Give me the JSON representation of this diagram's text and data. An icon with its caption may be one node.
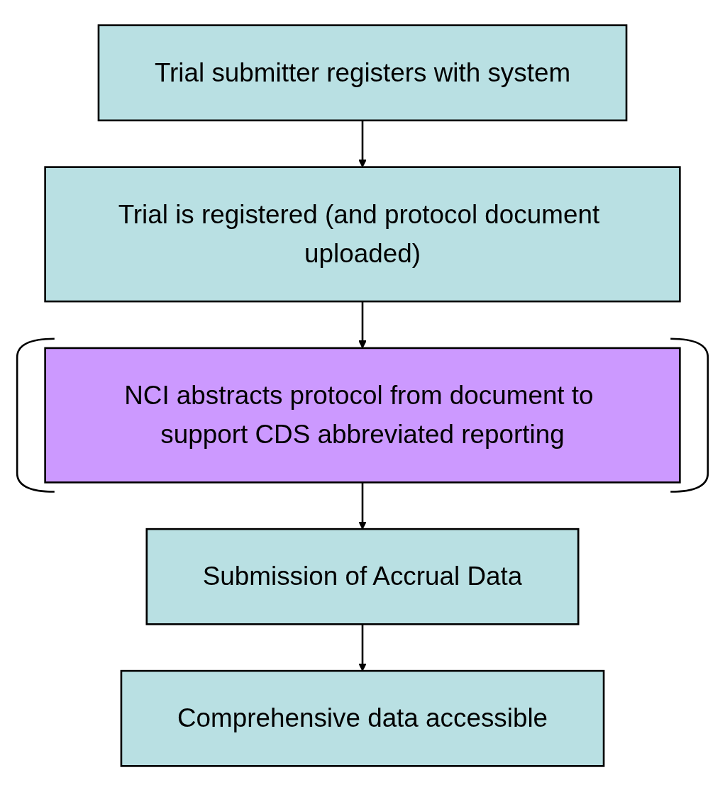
{
  "diagram": {
    "nodes": [
      {
        "text": [
          "Trial submitter registers with system"
        ]
      },
      {
        "text": [
          "Trial is registered (and protocol document uploaded)"
        ]
      },
      {
        "text": [
          "NCI abstracts protocol from document to support CDS abbreviated reporting"
        ]
      },
      {
        "text": [
          "Submission of Accrual Data"
        ]
      },
      {
        "text": [
          "Comprehensive data accessible"
        ]
      }
    ],
    "edges": [
      {
        "from": 0,
        "to": 1,
        "arrow": "to"
      },
      {
        "from": 1,
        "to": 2,
        "arrow": "to"
      },
      {
        "from": 2,
        "to": 3,
        "arrow": "to"
      },
      {
        "from": 3,
        "to": 4,
        "arrow": "to"
      }
    ]
  }
}
